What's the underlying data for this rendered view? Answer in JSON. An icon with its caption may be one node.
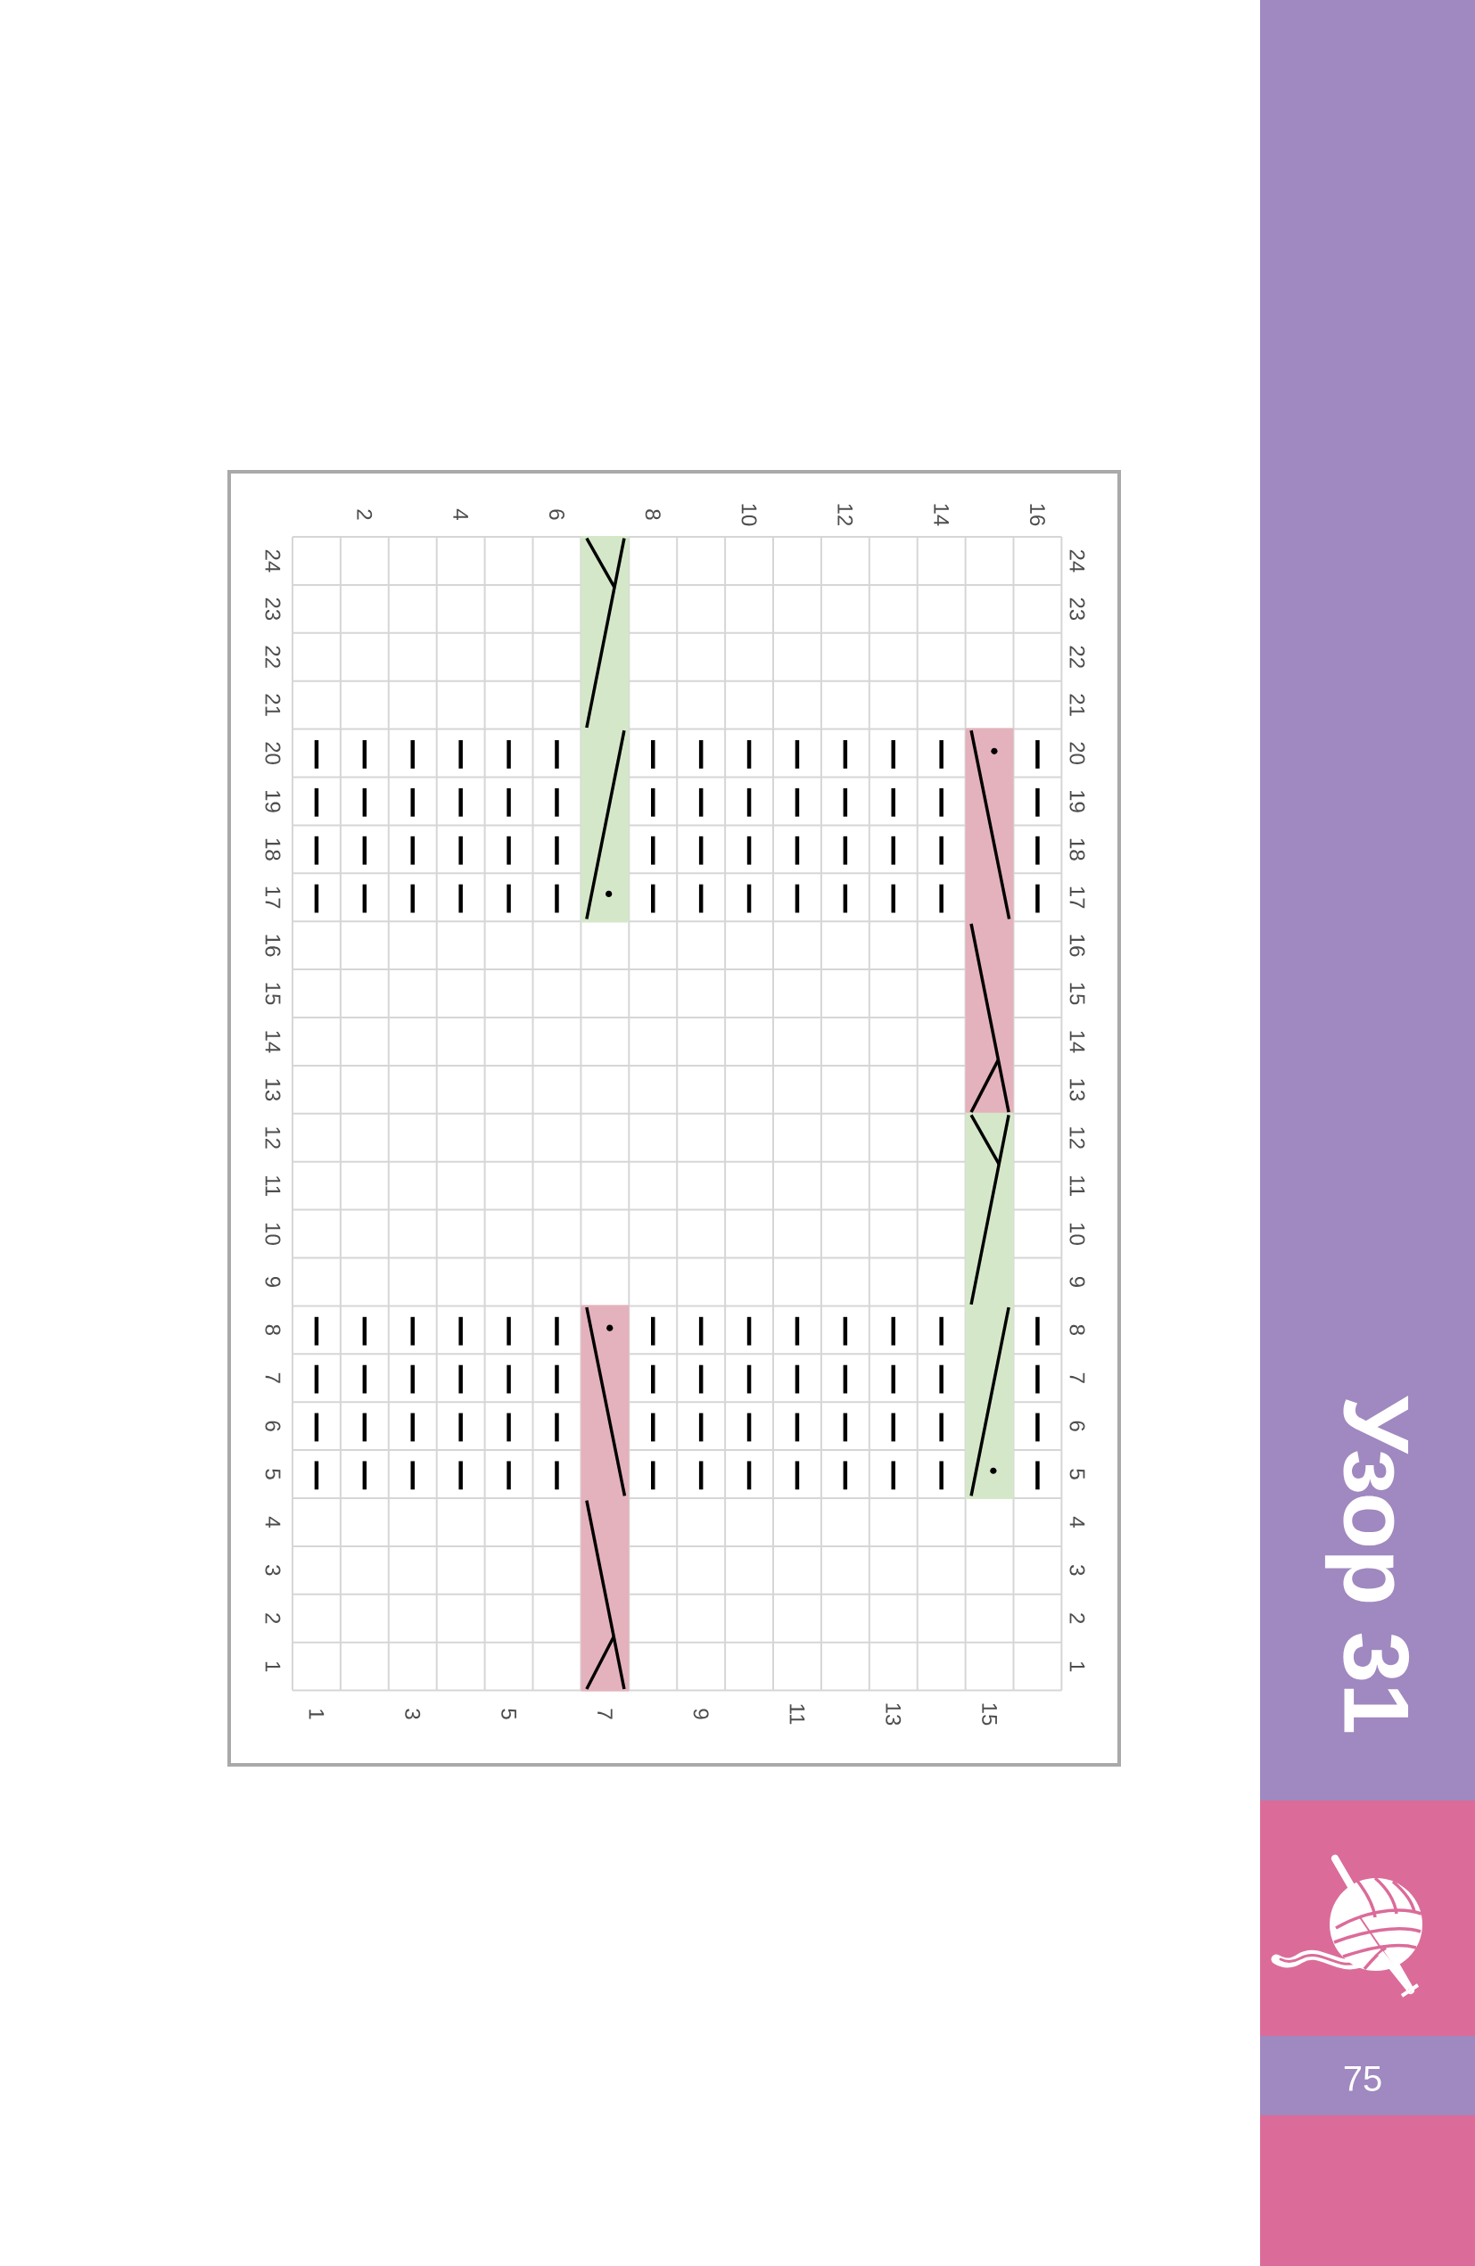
{
  "diagram": {
    "title": "Узор 31",
    "labels": [
      "2",
      "4",
      "6",
      "8",
      "10",
      "12",
      "14",
      "16",
      "24",
      "24",
      "23",
      "23",
      "22",
      "22",
      "21",
      "21",
      "20",
      "20",
      "19",
      "19",
      "18",
      "18",
      "17",
      "17",
      "16",
      "16",
      "15",
      "15",
      "14",
      "14",
      "13",
      "13",
      "12",
      "12",
      "11",
      "11",
      "10",
      "10",
      "9",
      "9",
      "8",
      "8",
      "7",
      "7",
      "6",
      "6",
      "5",
      "5",
      "4",
      "4",
      "3",
      "3",
      "2",
      "2",
      "1",
      "1",
      "1",
      "3",
      "5",
      "7",
      "9",
      "11",
      "13",
      "15",
      "75"
    ]
  }
}
